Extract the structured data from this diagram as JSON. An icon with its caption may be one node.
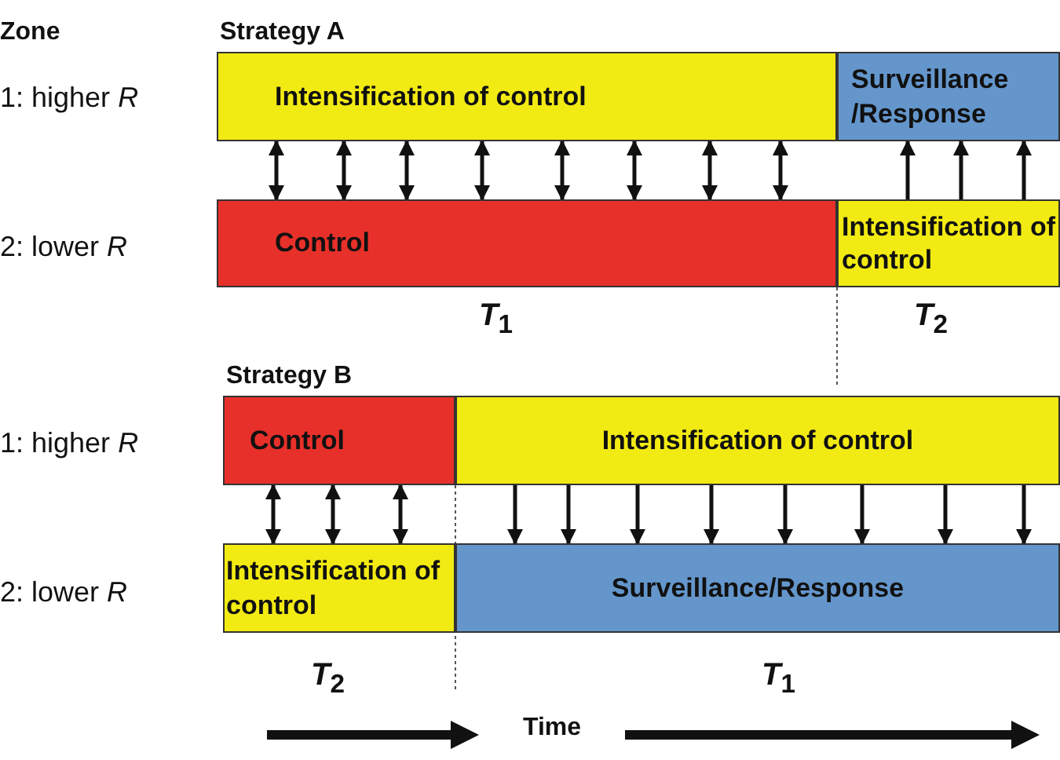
{
  "diagram": {
    "nodes": [
      {
        "text": [
          "Intensification of control"
        ]
      },
      {
        "text": [
          "Surveillance /Response"
        ]
      },
      {
        "text": [
          "Control"
        ]
      },
      {
        "text": [
          "Intensification of control"
        ]
      },
      {
        "text": [
          "Control"
        ]
      },
      {
        "text": [
          "Intensification of control"
        ]
      },
      {
        "text": [
          "Intensification of control"
        ]
      },
      {
        "text": [
          "Surveillance/Response"
        ]
      }
    ],
    "edges": [
      {
        "from": 0,
        "to": 2,
        "arrow": "both"
      },
      {
        "from": 0,
        "to": 2,
        "arrow": "both"
      },
      {
        "from": 0,
        "to": 2,
        "arrow": "both"
      },
      {
        "from": 0,
        "to": 2,
        "arrow": "both"
      },
      {
        "from": 0,
        "to": 2,
        "arrow": "both"
      },
      {
        "from": 0,
        "to": 2,
        "arrow": "both"
      },
      {
        "from": 0,
        "to": 2,
        "arrow": "both"
      },
      {
        "from": 0,
        "to": 2,
        "arrow": "both"
      },
      {
        "from": 3,
        "to": 1,
        "arrow": "to"
      },
      {
        "from": 3,
        "to": 1,
        "arrow": "to"
      },
      {
        "from": 3,
        "to": 1,
        "arrow": "to"
      },
      {
        "from": 4,
        "to": 6,
        "arrow": "both"
      },
      {
        "from": 4,
        "to": 6,
        "arrow": "both"
      },
      {
        "from": 4,
        "to": 6,
        "arrow": "both"
      },
      {
        "from": 5,
        "to": 7,
        "arrow": "to"
      },
      {
        "from": 5,
        "to": 7,
        "arrow": "to"
      },
      {
        "from": 5,
        "to": 7,
        "arrow": "to"
      },
      {
        "from": 5,
        "to": 7,
        "arrow": "to"
      },
      {
        "from": 5,
        "to": 7,
        "arrow": "to"
      },
      {
        "from": 5,
        "to": 7,
        "arrow": "to"
      },
      {
        "from": 5,
        "to": 7,
        "arrow": "to"
      },
      {
        "from": 5,
        "to": 7,
        "arrow": "to"
      }
    ],
    "labels": [
      "Zone",
      "Strategy A",
      "1: higher *R*",
      "2: lower *R*",
      "*T*$_{1}$",
      "*T*$_{2}$",
      "Strategy B",
      "1: higher *R*",
      "2: lower *R*",
      "*T*$_{2}$",
      "*T*$_{1}$",
      "Time"
    ]
  }
}
